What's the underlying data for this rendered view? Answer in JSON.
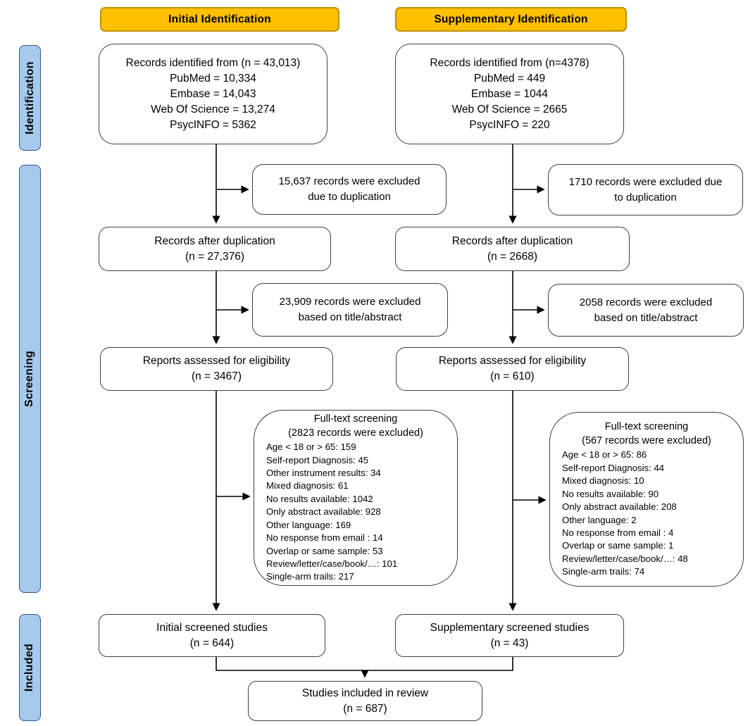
{
  "palette": {
    "header_fill": "#FFC000",
    "header_border": "#BF9000",
    "side_fill": "#A6CAEC",
    "side_border": "#34558B",
    "box_border": "#3F3F3F",
    "arrow_color": "#000000"
  },
  "headers": {
    "initial": "Initial Identification",
    "supplementary": "Supplementary Identification"
  },
  "side_labels": {
    "identification": "Identification",
    "screening": "Screening",
    "included": "Included"
  },
  "boxes": {
    "records_initial": {
      "lines": [
        "Records identified from (n = 43,013)",
        "PubMed = 10,334",
        "Embase = 14,043",
        "Web Of Science = 13,274",
        "PsycINFO = 5362"
      ]
    },
    "records_supp": {
      "lines": [
        "Records identified from (n=4378)",
        "PubMed = 449",
        "Embase = 1044",
        "Web Of Science = 2665",
        "PsycINFO = 220"
      ]
    },
    "dup_excluded_initial": {
      "lines": [
        "15,637 records were excluded",
        "due to duplication"
      ]
    },
    "dup_excluded_supp": {
      "lines": [
        "1710 records were excluded due",
        "to duplication"
      ]
    },
    "after_dup_initial": {
      "lines": [
        "Records after duplication",
        "(n = 27,376)"
      ]
    },
    "after_dup_supp": {
      "lines": [
        "Records after duplication",
        "(n = 2668)"
      ]
    },
    "title_abstract_excluded_initial": {
      "lines": [
        "23,909 records were excluded",
        "based on title/abstract"
      ]
    },
    "title_abstract_excluded_supp": {
      "lines": [
        "2058 records were excluded",
        "based on title/abstract"
      ]
    },
    "eligibility_initial": {
      "lines": [
        "Reports assessed for eligibility",
        "(n = 3467)"
      ]
    },
    "eligibility_supp": {
      "lines": [
        "Reports assessed for eligibility",
        "(n = 610)"
      ]
    },
    "fulltext_initial": {
      "title": "Full-text screening",
      "subtitle": "(2823 records were excluded)",
      "reasons": [
        "Age < 18 or > 65: 159",
        "Self-report Diagnosis: 45",
        "Other instrument results: 34",
        "Mixed diagnosis: 61",
        "No results available: 1042",
        "Only abstract available: 928",
        "Other language: 169",
        "No response from email : 14",
        "Overlap or same sample: 53",
        "Review/letter/case/book/…: 101",
        "Single-arm trails: 217"
      ]
    },
    "fulltext_supp": {
      "title": "Full-text screening",
      "subtitle": "(567 records were excluded)",
      "reasons": [
        "Age < 18 or > 65: 86",
        "Self-report Diagnosis: 44",
        "Mixed diagnosis: 10",
        "No results available: 90",
        "Only abstract available: 208",
        "Other language: 2",
        "No response from email : 4",
        "Overlap or same sample: 1",
        "Review/letter/case/book/…: 48",
        "Single-arm trails: 74"
      ]
    },
    "screened_initial": {
      "lines": [
        "Initial screened studies",
        "(n = 644)"
      ]
    },
    "screened_supp": {
      "lines": [
        "Supplementary screened studies",
        "(n = 43)"
      ]
    },
    "included_review": {
      "lines": [
        "Studies included in review",
        "(n = 687)"
      ]
    }
  }
}
